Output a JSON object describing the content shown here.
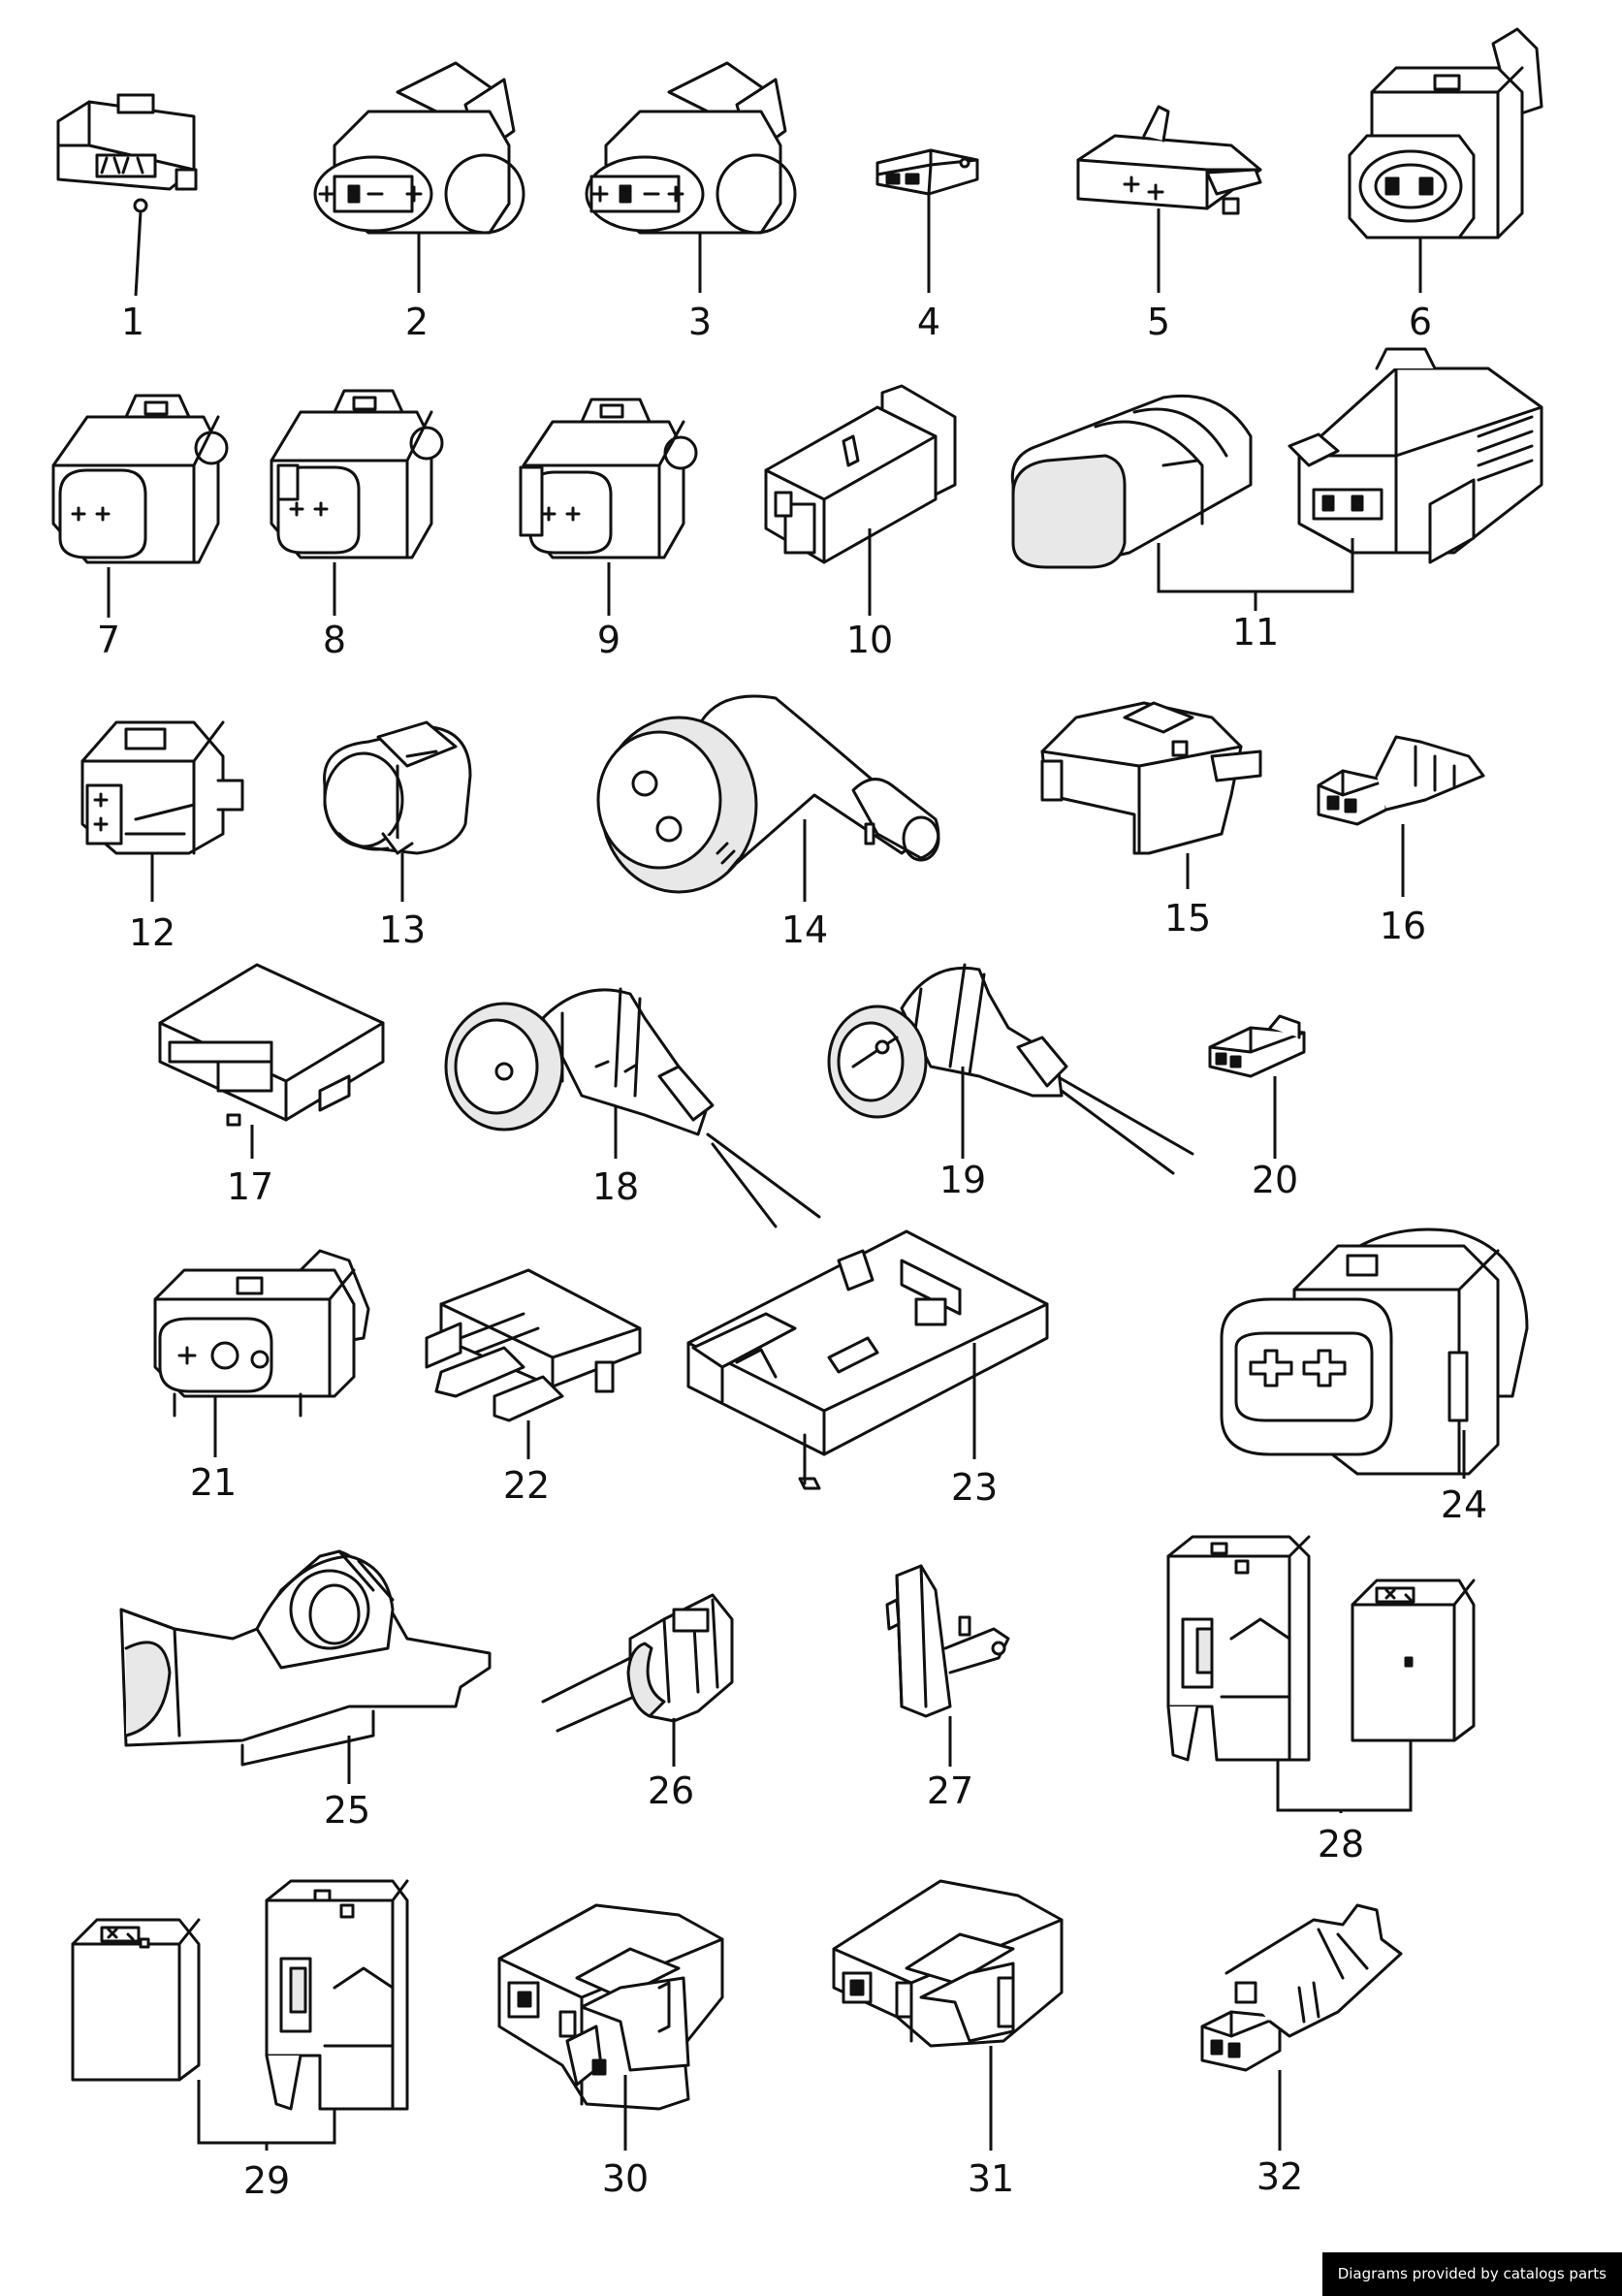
{
  "parts": [
    {
      "id": "1",
      "label": "1",
      "icon": "two-pin-flat-connector-icon"
    },
    {
      "id": "2",
      "label": "2",
      "icon": "oval-connector-housing-icon"
    },
    {
      "id": "3",
      "label": "3",
      "icon": "oval-connector-housing-icon"
    },
    {
      "id": "4",
      "label": "4",
      "icon": "small-contact-housing-icon"
    },
    {
      "id": "5",
      "label": "5",
      "icon": "flat-plug-housing-icon"
    },
    {
      "id": "6",
      "label": "6",
      "icon": "sealed-connector-housing-icon"
    },
    {
      "id": "7",
      "label": "7",
      "icon": "round-connector-housing-icon"
    },
    {
      "id": "8",
      "label": "8",
      "icon": "round-connector-housing-icon"
    },
    {
      "id": "9",
      "label": "9",
      "icon": "round-connector-housing-icon"
    },
    {
      "id": "10",
      "label": "10",
      "icon": "flanged-socket-icon"
    },
    {
      "id": "11",
      "label": "11",
      "icon": "connector-with-cover-icon"
    },
    {
      "id": "12",
      "label": "12",
      "icon": "square-connector-icon"
    },
    {
      "id": "13",
      "label": "13",
      "icon": "clip-ring-icon"
    },
    {
      "id": "14",
      "label": "14",
      "icon": "angled-round-plug-icon"
    },
    {
      "id": "15",
      "label": "15",
      "icon": "latched-connector-icon"
    },
    {
      "id": "16",
      "label": "16",
      "icon": "contact-terminal-icon"
    },
    {
      "id": "17",
      "label": "17",
      "icon": "box-connector-icon"
    },
    {
      "id": "18",
      "label": "18",
      "icon": "angled-plug-with-wires-icon"
    },
    {
      "id": "19",
      "label": "19",
      "icon": "angled-plug-with-wires-icon"
    },
    {
      "id": "20",
      "label": "20",
      "icon": "small-contact-housing-icon"
    },
    {
      "id": "21",
      "label": "21",
      "icon": "three-pin-connector-icon"
    },
    {
      "id": "22",
      "label": "22",
      "icon": "slide-contact-housing-icon"
    },
    {
      "id": "23",
      "label": "23",
      "icon": "long-connector-housing-icon"
    },
    {
      "id": "24",
      "label": "24",
      "icon": "large-sealed-connector-icon"
    },
    {
      "id": "25",
      "label": "25",
      "icon": "bracket-holder-icon"
    },
    {
      "id": "26",
      "label": "26",
      "icon": "bulb-socket-with-wires-icon"
    },
    {
      "id": "27",
      "label": "27",
      "icon": "narrow-housing-icon"
    },
    {
      "id": "28",
      "label": "28",
      "icon": "housing-pair-icon"
    },
    {
      "id": "29",
      "label": "29",
      "icon": "housing-pair-icon"
    },
    {
      "id": "30",
      "label": "30",
      "icon": "multi-pin-housing-icon"
    },
    {
      "id": "31",
      "label": "31",
      "icon": "multi-pin-housing-icon"
    },
    {
      "id": "32",
      "label": "32",
      "icon": "contact-terminal-icon"
    }
  ],
  "footer": {
    "credit": "Diagrams provided by catalogs parts"
  }
}
